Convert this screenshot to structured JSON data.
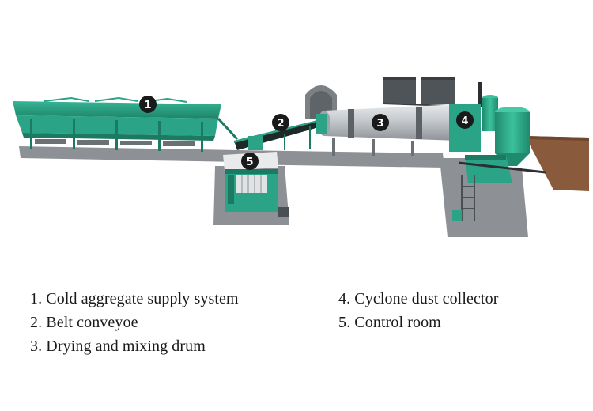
{
  "markers": [
    {
      "number": "1"
    },
    {
      "number": "2"
    },
    {
      "number": "3"
    },
    {
      "number": "4"
    },
    {
      "number": "5"
    }
  ],
  "legend": [
    {
      "text": "1. Cold aggregate supply system"
    },
    {
      "text": "2. Belt conveyoe"
    },
    {
      "text": "3. Drying and mixing drum"
    },
    {
      "text": "4. Cyclone dust collector"
    },
    {
      "text": "5. Control room"
    }
  ],
  "colors": {
    "machine_green": "#2aa386",
    "machine_green_dark": "#1c7a63",
    "ground_gray": "#8d9094",
    "drum_silver": "#c9ccd0",
    "marker_black": "#1a1a1a",
    "storage_brown": "#8a5a3c"
  }
}
